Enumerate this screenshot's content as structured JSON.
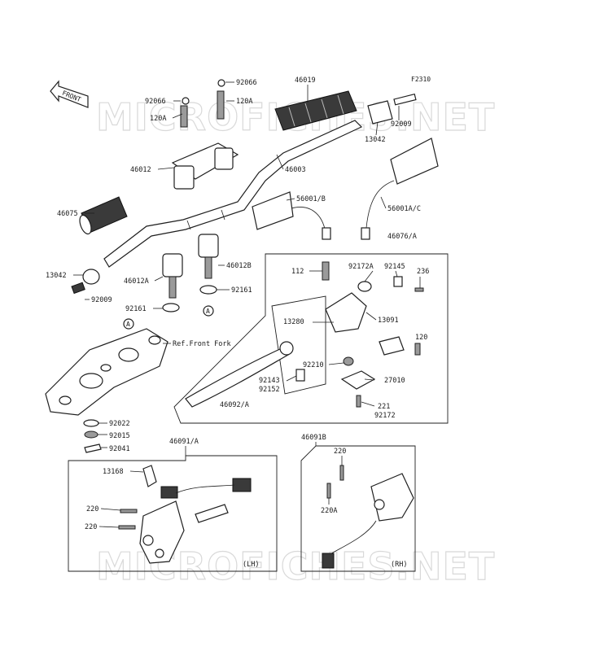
{
  "figure_code": "F2310",
  "front_tag": "FRONT",
  "watermark": "MICROFICHES.NET",
  "side_labels": {
    "left": "(LH)",
    "right": "(RH)"
  },
  "circle_ref": "A",
  "ref_note": "Ref.Front Fork",
  "parts": {
    "p92066a": "92066",
    "p92066b": "92066",
    "p120A_a": "120A",
    "p120A_b": "120A",
    "p46019": "46019",
    "p92009a": "92009",
    "p13042a": "13042",
    "p46012": "46012",
    "p46003": "46003",
    "p46075": "46075",
    "p56001B": "56001/B",
    "p56001AC": "56001A/C",
    "p46076A": "46076/A",
    "p13042b": "13042",
    "p92009b": "92009",
    "p46012A": "46012A",
    "p46012B": "46012B",
    "p92161a": "92161",
    "p92161b": "92161",
    "p112": "112",
    "p92172A": "92172A",
    "p92145": "92145",
    "p236": "236",
    "p13280": "13280",
    "p13091": "13091",
    "p120": "120",
    "p92210": "92210",
    "p92143": "92143",
    "p92152": "92152",
    "p27010": "27010",
    "p46092A": "46092/A",
    "p221": "221",
    "p92172": "92172",
    "p92022": "92022",
    "p92015": "92015",
    "p92041": "92041",
    "p46091A": "46091/A",
    "p46091B": "46091B",
    "p13168": "13168",
    "p220a": "220",
    "p220b": "220",
    "p220c": "220",
    "p220A": "220A"
  }
}
